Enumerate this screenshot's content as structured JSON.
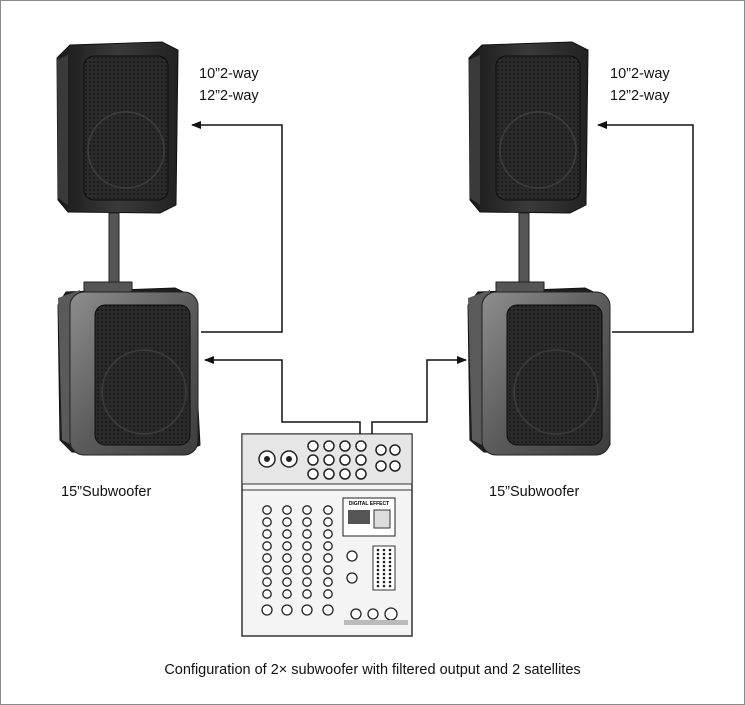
{
  "left": {
    "satellite_label_1": "10”2-way",
    "satellite_label_2": "12”2-way",
    "subwoofer_label": "15”Subwoofer"
  },
  "right": {
    "satellite_label_1": "10”2-way",
    "satellite_label_2": "12”2-way",
    "subwoofer_label": "15”Subwoofer"
  },
  "mixer": {
    "effect_title": "DIGITAL EFFECT"
  },
  "caption": "Configuration of 2× subwoofer with filtered output and 2 satellites",
  "colors": {
    "line": "#111111",
    "cabinet_dark": "#2a2a2a",
    "cabinet_mid": "#4a4a4a",
    "grille": "#1c1c1c",
    "mixer_panel": "#f2f2f2"
  }
}
